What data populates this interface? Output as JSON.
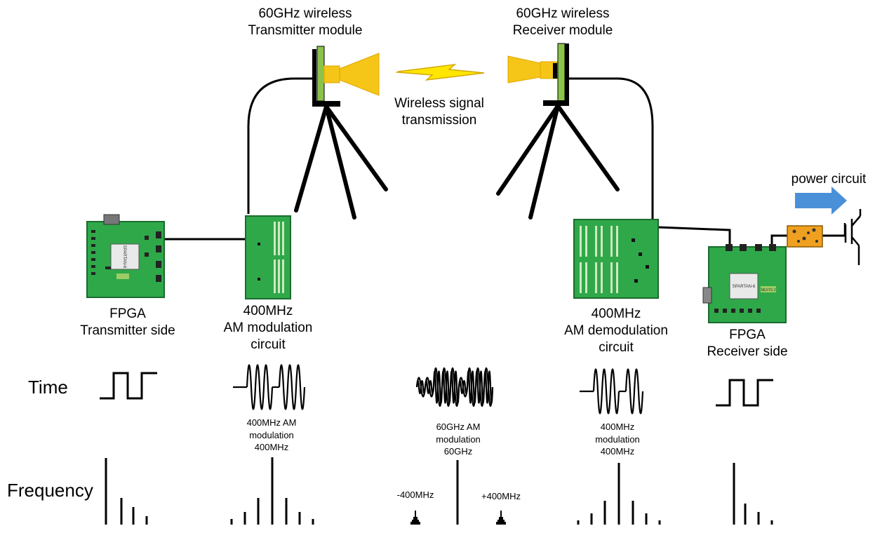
{
  "colors": {
    "board_green": "#2fa84a",
    "board_dark": "#1b6b2e",
    "horn_yellow": "#f5c518",
    "antenna_green": "#8bc34a",
    "arrow_blue": "#4a90d9",
    "filter_orange": "#f0a020"
  },
  "labels": {
    "tx_module": "60GHz wireless\nTransmitter module",
    "rx_module": "60GHz wireless\nReceiver module",
    "wireless": "Wireless signal\ntransmission",
    "power_circuit": "power circuit",
    "fpga_tx": "FPGA\nTransmitter side",
    "am_mod": "400MHz\nAM modulation\ncircuit",
    "am_demod": "400MHz\nAM demodulation\ncircuit",
    "fpga_rx": "FPGA\nReceiver side",
    "time": "Time",
    "frequency": "Frequency",
    "wave_mod": "400MHz AM\nmodulation\n400MHz",
    "wave_60g": "60GHz AM\nmodulation\n60GHz",
    "wave_demod": "400MHz\nmodulation\n400MHz",
    "minus400": "-400MHz",
    "plus400": "+400MHz"
  },
  "board_texts": {
    "spartan": "SPARTAN-6",
    "nexys": "NEXYS 3"
  },
  "icons": [
    "horn-antenna-icon",
    "lightning-bolt-icon",
    "tripod-icon",
    "transistor-icon",
    "arrow-right-icon"
  ]
}
